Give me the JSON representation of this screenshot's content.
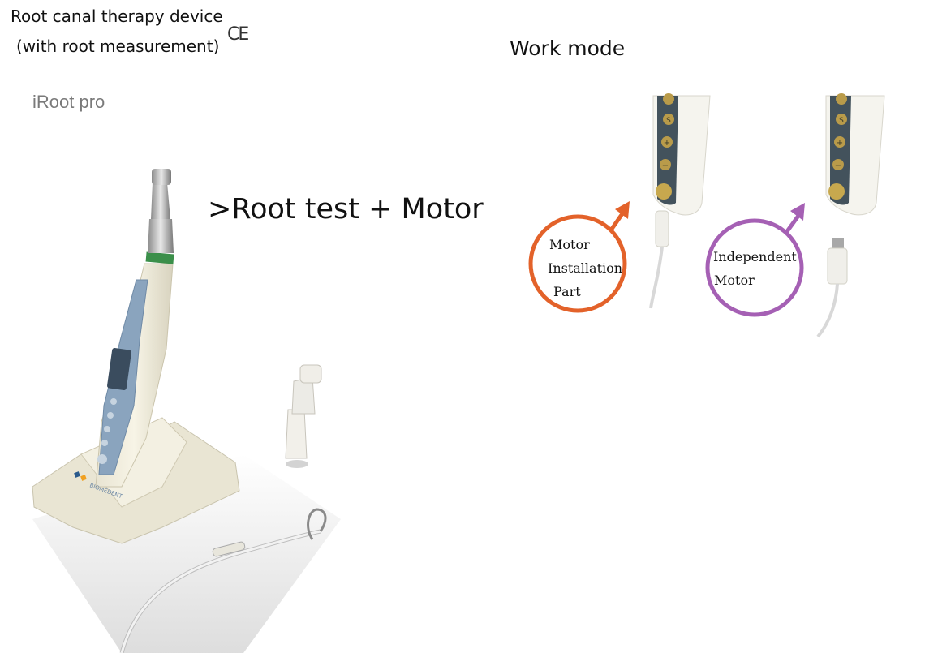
{
  "header": {
    "title_line1": "Root canal therapy device",
    "title_line2": "(with root measurement)",
    "cert_mark": "CE",
    "model": "iRoot pro"
  },
  "main": {
    "feature": ">Root test + Motor"
  },
  "work_mode": {
    "title": "Work mode",
    "modes": [
      {
        "lines": [
          "Motor",
          "Installation",
          "Part"
        ],
        "color": "#e3622a"
      },
      {
        "lines": [
          "Independent",
          "Motor"
        ],
        "color": "#a560b4"
      }
    ]
  },
  "handle_buttons": [
    "S",
    "+",
    "−"
  ]
}
